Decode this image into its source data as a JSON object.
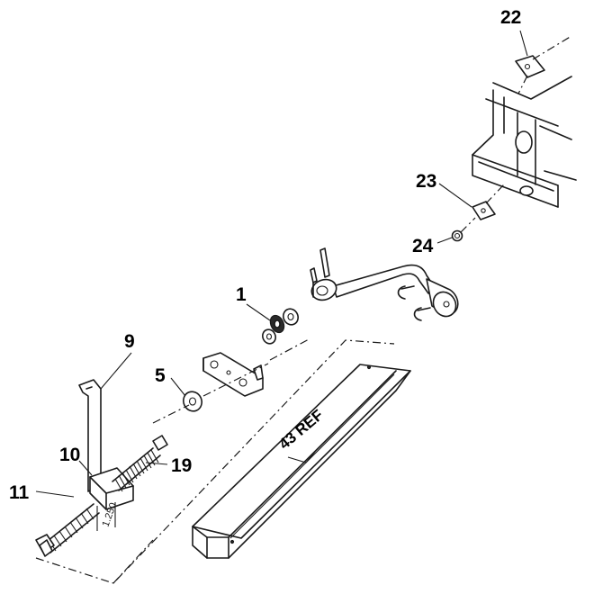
{
  "callouts": {
    "c1": "1",
    "c5": "5",
    "c9": "9",
    "c10": "10",
    "c11": "11",
    "c19": "19",
    "c22": "22",
    "c23": "23",
    "c24": "24",
    "c43": "43 REF"
  },
  "dimension_label": "1.250",
  "colors": {
    "line": "#1a1a1a",
    "background": "#ffffff"
  }
}
